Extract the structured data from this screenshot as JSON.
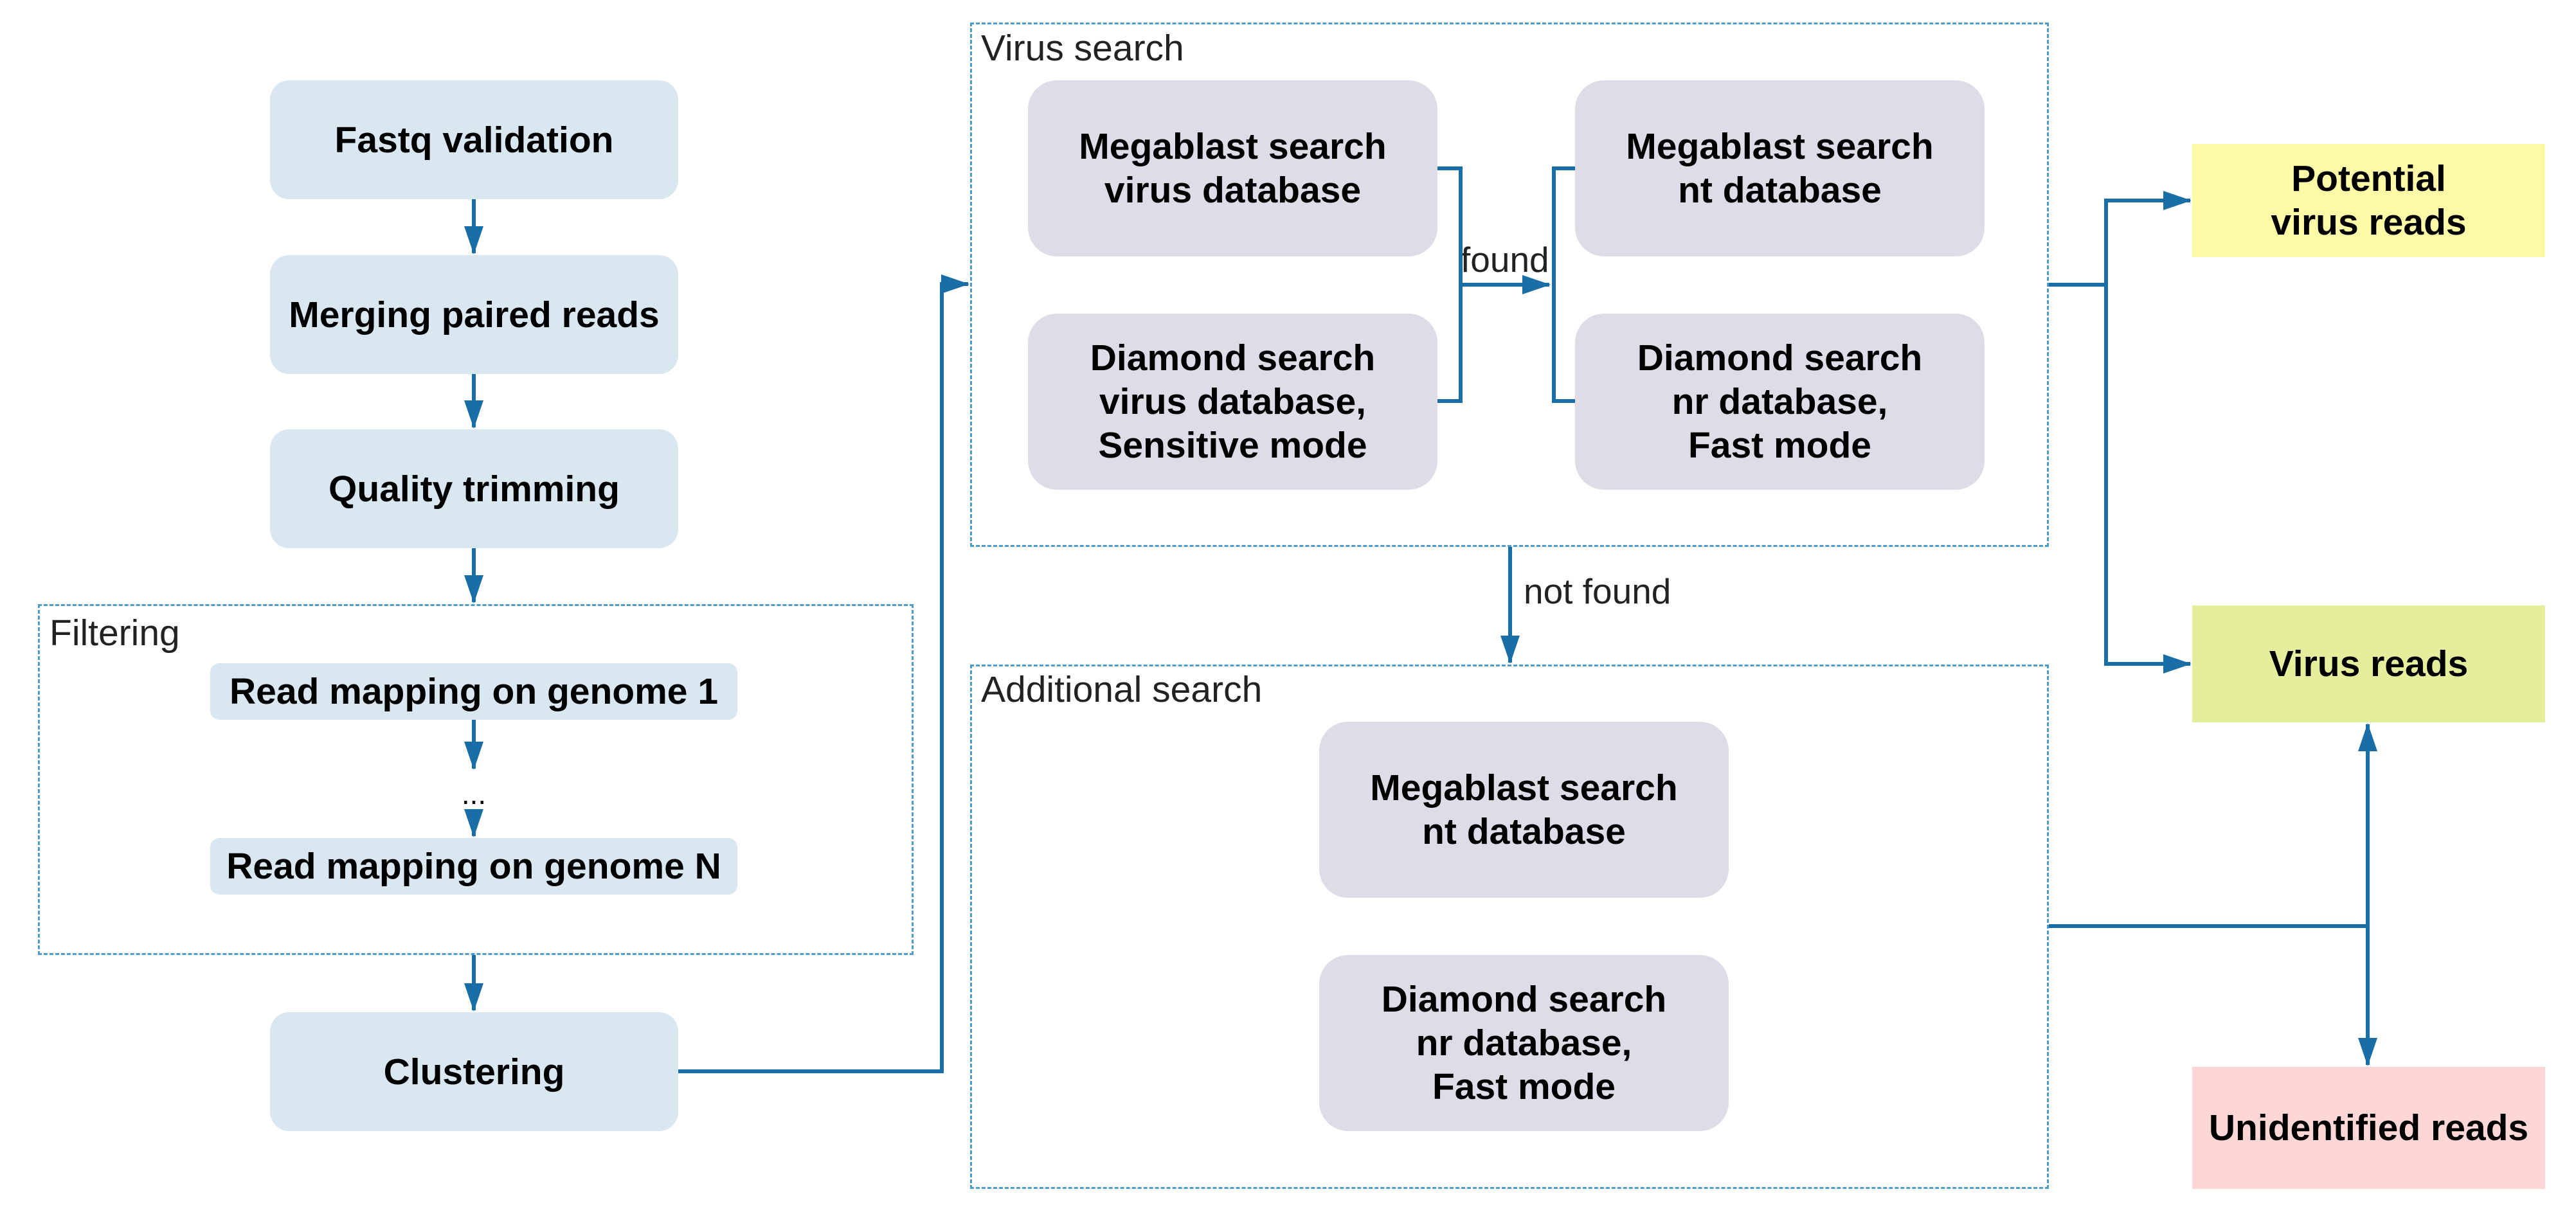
{
  "colors": {
    "step_fill": "#d9e7f0",
    "search_fill": "#e0dce7",
    "potential_fill": "#fdfaa7",
    "virus_fill": "#e5ee9d",
    "unidentified_fill": "#fdd6d6",
    "arrow": "#1a6ea6",
    "group_border": "#4f9cc9"
  },
  "steps": {
    "fastq_validation": "Fastq validation",
    "merging_paired_reads": "Merging paired reads",
    "quality_trimming": "Quality trimming",
    "clustering": "Clustering"
  },
  "filtering": {
    "title": "Filtering",
    "genome_1": "Read mapping on genome 1",
    "ellipsis": "...",
    "genome_n": "Read mapping on genome N"
  },
  "virus_search": {
    "title": "Virus search",
    "megablast_virus": "Megablast search\nvirus database",
    "diamond_virus": "Diamond search\nvirus database,\nSensitive mode",
    "megablast_nt": "Megablast search\nnt database",
    "diamond_nr": "Diamond search\nnr database,\nFast mode",
    "found_label": "found"
  },
  "not_found_label": "not found",
  "additional_search": {
    "title": "Additional search",
    "megablast_nt": "Megablast search\nnt database",
    "diamond_nr": "Diamond search\nnr database,\nFast mode"
  },
  "results": {
    "potential_virus_reads": "Potential\nvirus reads",
    "virus_reads": "Virus reads",
    "unidentified_reads": "Unidentified reads"
  }
}
